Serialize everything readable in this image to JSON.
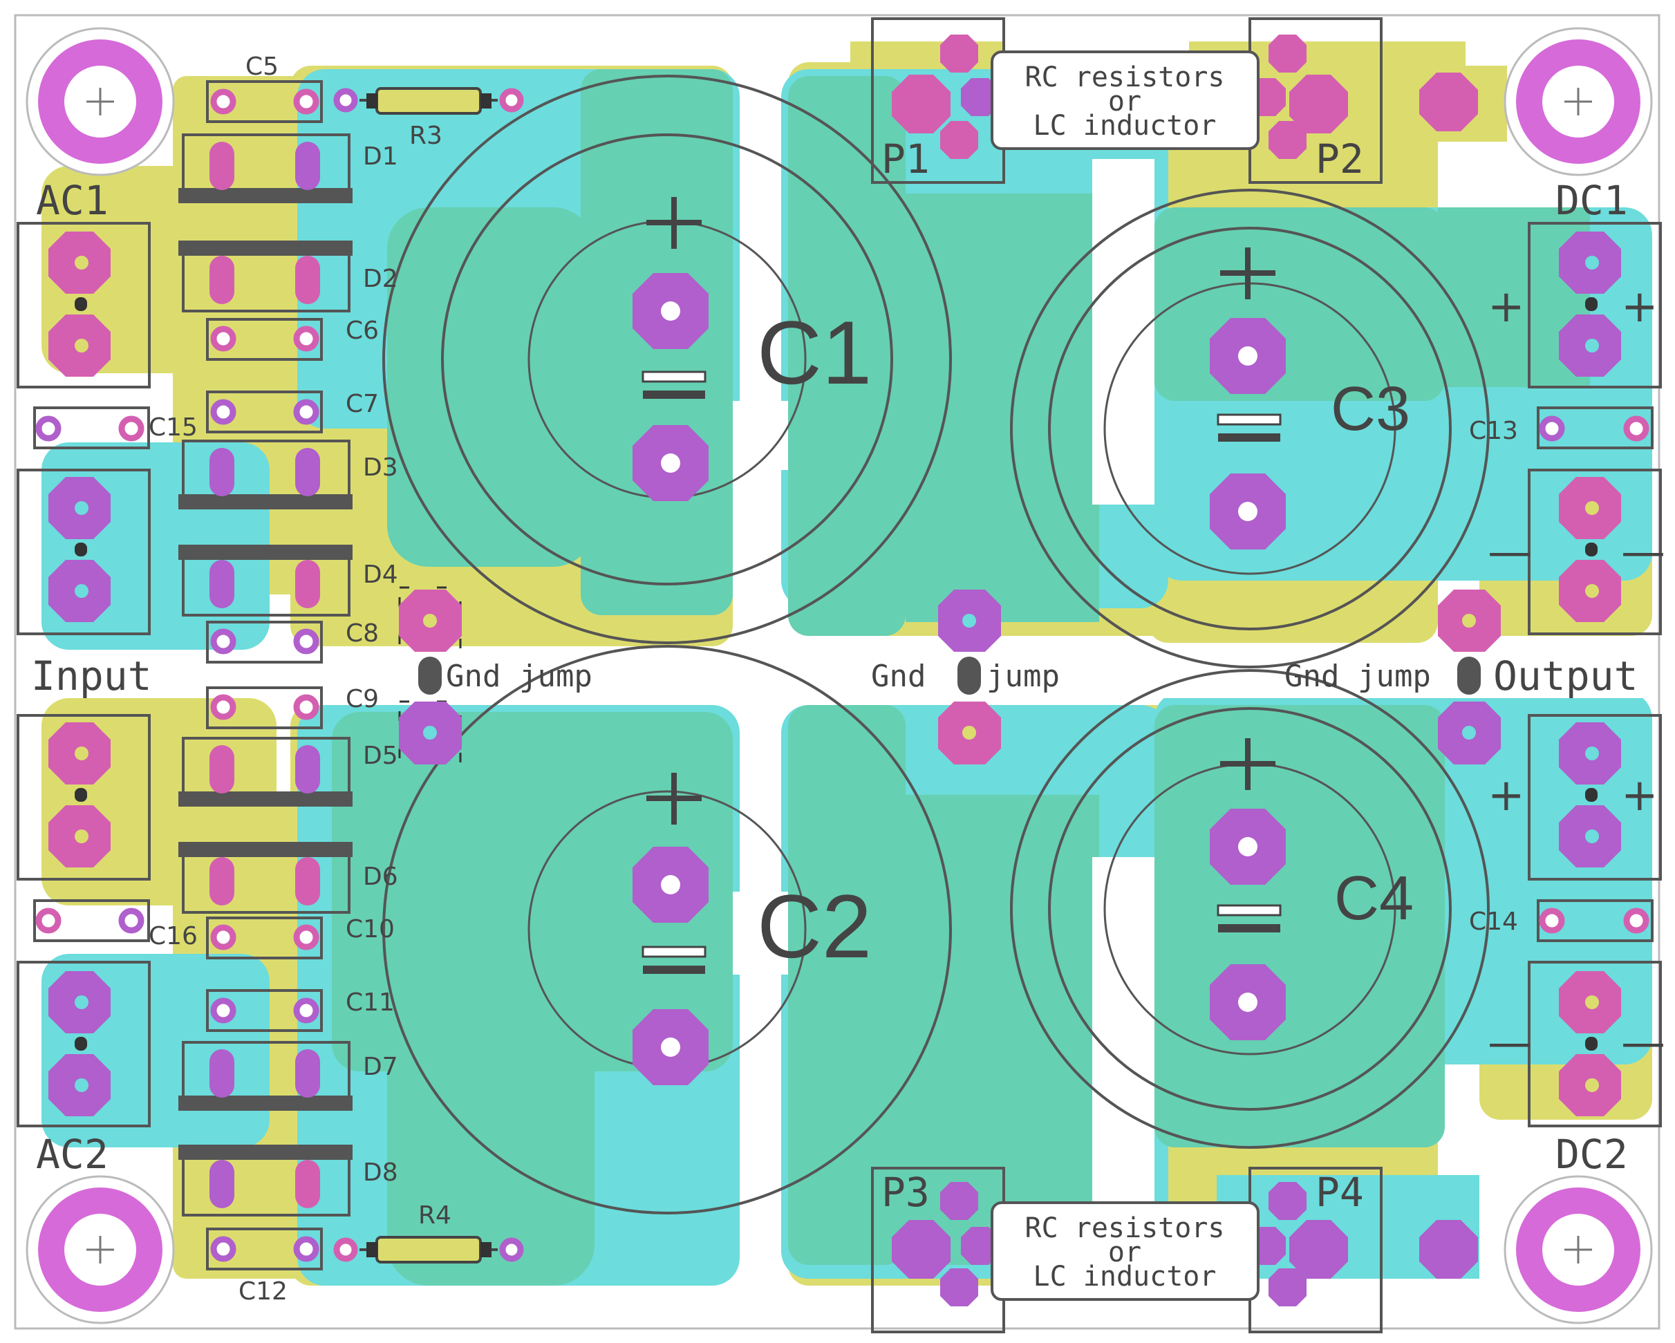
{
  "colors": {
    "background": "#ffffff",
    "top_copper": "#dcdc6e",
    "bottom_copper": "#6cdcdc",
    "overlap_copper": "#66d0b2",
    "pad": "#d45fb0",
    "pad_via": "#b05fcc",
    "mount_hole": "#d66ad9",
    "silkscreen": "#555555"
  },
  "connectors": {
    "ac1": "AC1",
    "ac2": "AC2",
    "dc1": "DC1",
    "dc2": "DC2",
    "input": "Input",
    "output": "Output"
  },
  "capacitors_big": {
    "c1": "C1",
    "c2": "C2",
    "c3": "C3",
    "c4": "C4"
  },
  "capacitors_small": {
    "c5": "C5",
    "c6": "C6",
    "c7": "C7",
    "c8": "C8",
    "c9": "C9",
    "c10": "C10",
    "c11": "C11",
    "c12": "C12",
    "c13": "C13",
    "c14": "C14",
    "c15": "C15",
    "c16": "C16"
  },
  "diodes": {
    "d1": "D1",
    "d2": "D2",
    "d3": "D3",
    "d4": "D4",
    "d5": "D5",
    "d6": "D6",
    "d7": "D7",
    "d8": "D8"
  },
  "resistors": {
    "r3": "R3",
    "r4": "R4"
  },
  "pads_groups": {
    "p1": "P1",
    "p2": "P2",
    "p3": "P3",
    "p4": "P4"
  },
  "filter_note": {
    "line1": "RC resistors",
    "line2": "or",
    "line3": "LC inductor"
  },
  "gnd_jump": {
    "left": "Gnd jump",
    "center_a": "Gnd",
    "center_b": "jump",
    "right": "Gnd jump"
  },
  "polarity": {
    "plus": "+",
    "minus": "—"
  }
}
